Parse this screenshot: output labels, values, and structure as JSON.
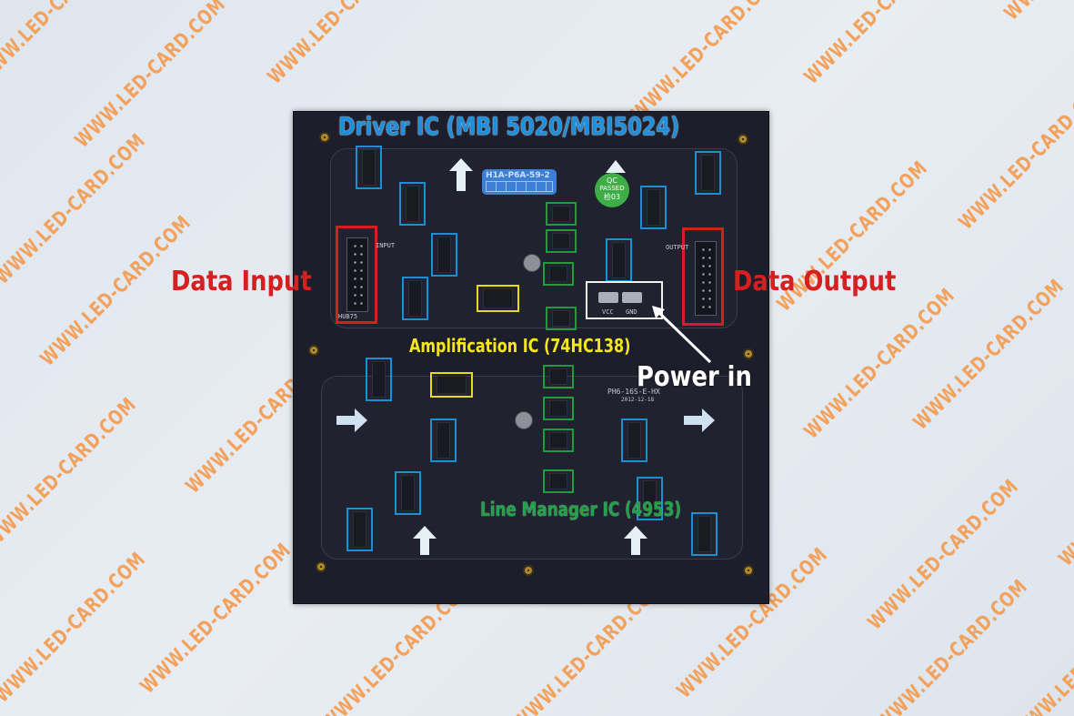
{
  "watermark": {
    "text": "WWW.LED-CARD.COM",
    "color": "#f2a25c"
  },
  "board": {
    "model_tag": "H1A-P6A-59-2",
    "qc_sticker": {
      "line1": "QC",
      "line2": "PASSED",
      "line3": "检03"
    },
    "bottom_silkscreen": {
      "model": "PH6-16S-E-HX",
      "date": "2012-12-18"
    },
    "connectors": {
      "input": {
        "silk_label": "INPUT",
        "type_label": "HUB75"
      },
      "output": {
        "silk_label": "OUTPUT"
      },
      "power": {
        "vcc": "VCC",
        "gnd": "GND"
      }
    }
  },
  "annotations": {
    "driver_ic": {
      "text": "Driver  IC (MBI 5020/MBI5024)",
      "color": "#1d8fdc",
      "box_color": "#1b8fd2"
    },
    "amplification_ic": {
      "text": "Amplification IC (74HC138)",
      "color": "#f3e51e",
      "box_color": "#e8d91c"
    },
    "line_manager_ic": {
      "text": "Line Manager IC (4953)",
      "color": "#22a04a",
      "box_color": "#1f9a3d"
    },
    "data_input": {
      "text": "Data  Input",
      "color": "#d61f1f"
    },
    "data_output": {
      "text": "Data  Output",
      "color": "#d61f1f"
    },
    "power_in": {
      "text": "Power  in",
      "color": "#ffffff"
    }
  }
}
